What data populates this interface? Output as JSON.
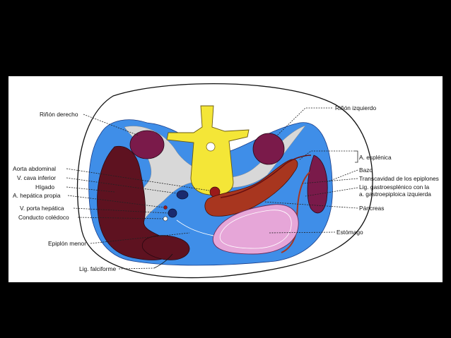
{
  "colors": {
    "background": "#000000",
    "panel": "#ffffff",
    "cavity_blue": "#3f8ee8",
    "liver": "#5e1220",
    "kidney": "#7a1a4a",
    "vertebra": "#f4e637",
    "pancreas": "#a8361f",
    "stomach": "#e6a6d8",
    "vessel_dark": "#1a2a6e"
  },
  "labels": {
    "rinon_derecho": "Riñón derecho",
    "aorta_abdominal": "Aorta abdominal",
    "vena_cava_inferior": "V. cava inferior",
    "higado": "Hígado",
    "arteria_hepatica_propia": "A. hepática propia",
    "vena_porta_hepatica": "V. porta hepática",
    "conducto_coledoco": "Conducto colédoco",
    "epiplon_menor": "Epiplón menor",
    "ligamento_falciforme": "Lig. falciforme",
    "rinon_izquierdo": "Riñón izquierdo",
    "arteria_esplenica": "A. esplénica",
    "bazo": "Bazo",
    "transcavidad_epiplones": "Transcavidad de los epiplones",
    "lig_gastroesplenico_line1": "Lig. gastroesplénico con la",
    "lig_gastroesplenico_line2": "a. gastroepiploica izquierda",
    "pancreas": "Páncreas",
    "estomago": "Estómago"
  },
  "icons": {
    "diagram": "abdominal-cross-section-illustration"
  }
}
